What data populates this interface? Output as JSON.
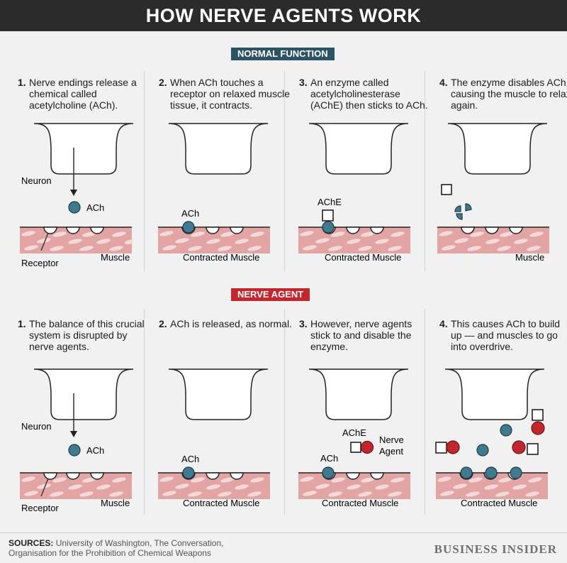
{
  "title": "HOW NERVE AGENTS WORK",
  "sections": [
    {
      "label": "NORMAL FUNCTION",
      "panels": [
        {
          "num": "1.",
          "text": "Nerve endings release a chemical called acetylcholine (ACh).",
          "labels": [
            "Neuron",
            "ACh",
            "Receptor",
            "Muscle"
          ]
        },
        {
          "num": "2.",
          "text": "When ACh touches a receptor on relaxed muscle tissue, it contracts.",
          "labels": [
            "ACh",
            "Contracted Muscle"
          ]
        },
        {
          "num": "3.",
          "text": "An enzyme called acetylcholinesterase (AChE) then sticks to ACh.",
          "labels": [
            "AChE",
            "Contracted Muscle"
          ]
        },
        {
          "num": "4.",
          "text": "The enzyme disables ACh, causing the muscle to relax again.",
          "labels": [
            "Muscle"
          ]
        }
      ]
    },
    {
      "label": "NERVE AGENT",
      "panels": [
        {
          "num": "1.",
          "text": "The balance of this crucial system is disrupted by nerve agents.",
          "labels": [
            "Neuron",
            "ACh",
            "Receptor",
            "Muscle"
          ]
        },
        {
          "num": "2.",
          "text": "ACh is released, as normal.",
          "labels": [
            "ACh",
            "Contracted Muscle"
          ]
        },
        {
          "num": "3.",
          "text": "However, nerve agents stick to and disable the enzyme.",
          "labels": [
            "AChE",
            "Nerve",
            "Agent",
            "ACh",
            "Contracted Muscle"
          ]
        },
        {
          "num": "4.",
          "text": "This causes ACh to build up — and muscles to go into overdrive.",
          "labels": [
            "Contracted Muscle"
          ]
        }
      ]
    }
  ],
  "footer": {
    "sources_label": "SOURCES:",
    "sources_text": "University of Washington, The Conversation, Organisation for the Prohibition of Chemical Weapons",
    "brand": "BUSINESS INSIDER"
  },
  "colors": {
    "title_bar": "#2b2b2b",
    "normal_label": "#2c5364",
    "agent_label": "#c4262e",
    "ach": "#3f7a8f",
    "nerve_agent": "#c4262e",
    "muscle": "#e3a4a4",
    "muscle_fiber": "#f3d9d9"
  }
}
